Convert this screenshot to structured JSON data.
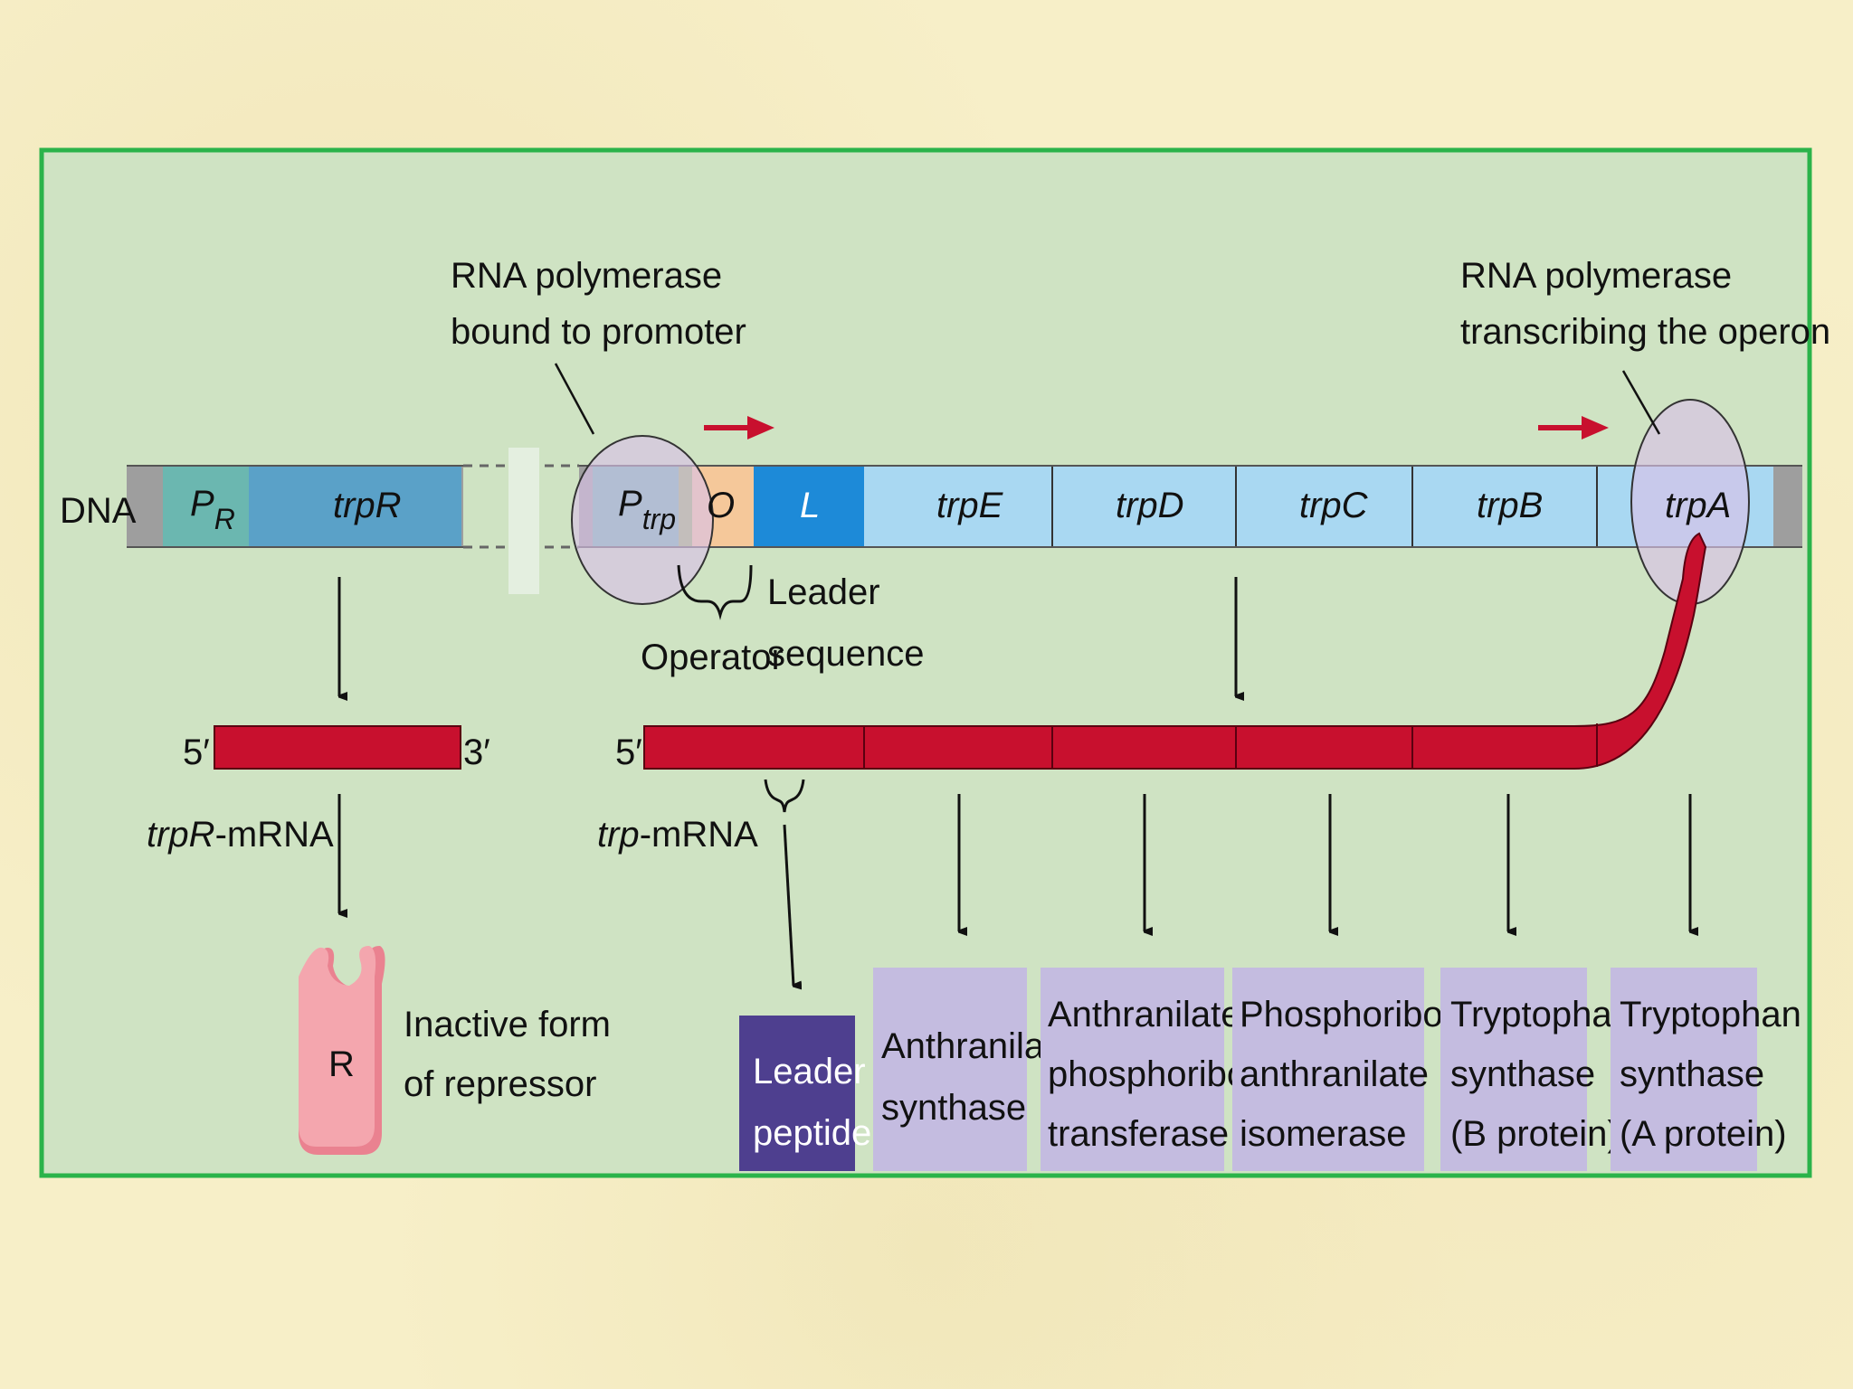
{
  "labels": {
    "dna": "DNA",
    "rnap_promoter": [
      "RNA polymerase",
      "bound to promoter"
    ],
    "rnap_transcribing": [
      "RNA polymerase",
      "transcribing the operon"
    ],
    "operator": "Operator",
    "leader_sequence": [
      "Leader",
      "sequence"
    ],
    "five_prime_a": "5′",
    "three_prime_a": "3′",
    "five_prime_b": "5′",
    "trpR_mrna_italic": "trpR",
    "trpR_mrna_suffix": "-mRNA",
    "trp_mrna_italic": "trp",
    "trp_mrna_suffix": "-mRNA",
    "repressor_letter": "R",
    "repressor_desc": [
      "Inactive form",
      "of repressor"
    ]
  },
  "dna_segments": {
    "pr_main": "P",
    "pr_sub": "R",
    "trpR": "trpR",
    "ptrp_main": "P",
    "ptrp_sub": "trp",
    "operator": "O",
    "leader": "L",
    "trpE": "trpE",
    "trpD": "trpD",
    "trpC": "trpC",
    "trpB": "trpB",
    "trpA": "trpA"
  },
  "proteins": {
    "leader_peptide": [
      "Leader",
      "peptide"
    ],
    "anthranilate_synthase": [
      "Anthranilate",
      "synthase"
    ],
    "apt": [
      "Anthranilate-",
      "phosphoribosyl",
      "transferase"
    ],
    "pai": [
      "Phosphoribosyl-",
      "anthranilate",
      "isomerase"
    ],
    "tsb": [
      "Tryptophan",
      "synthase",
      "(B protein)"
    ],
    "tsa": [
      "Tryptophan",
      "synthase",
      "(A protein)"
    ]
  },
  "colors": {
    "panel_bg": "#cfe3c3",
    "panel_border": "#2bb34a",
    "mrna_red": "#c8102e",
    "polymerase": "#d8c2e6",
    "protein_box": "#c4bce0",
    "leader_peptide_box": "#4e3f8f",
    "repressor": "#f2a0a7"
  }
}
